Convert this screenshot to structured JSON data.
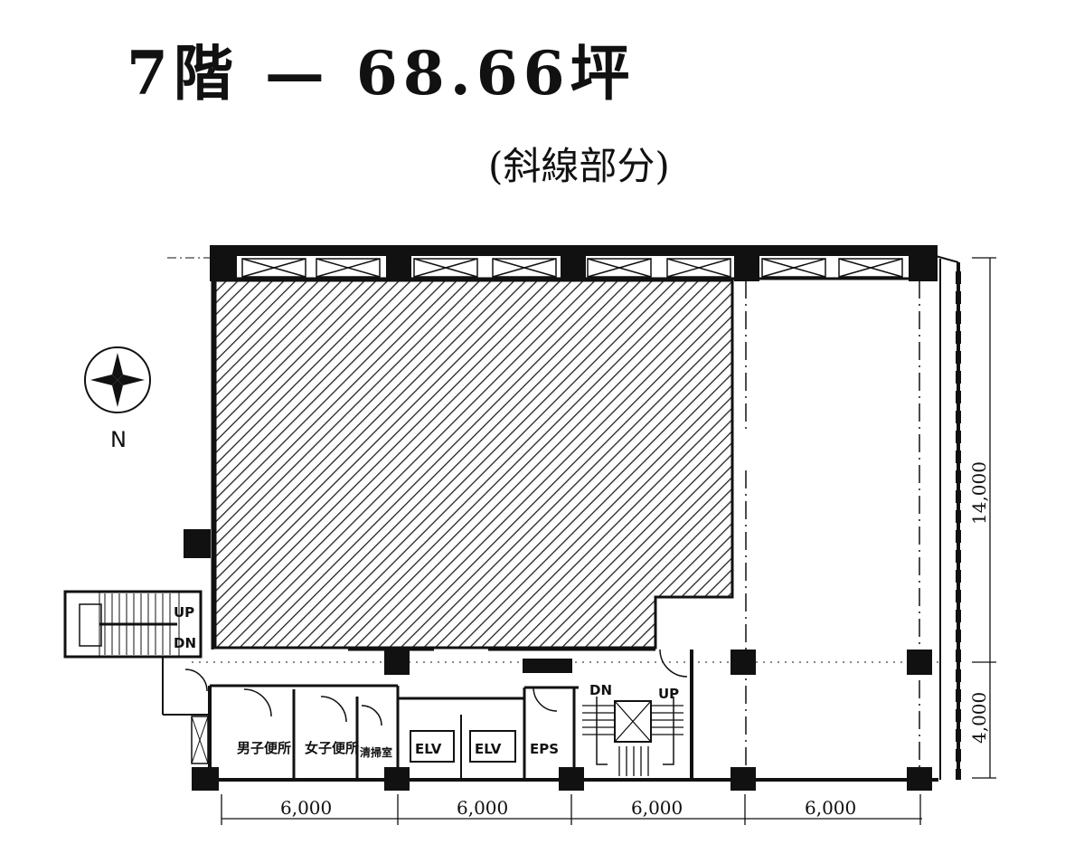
{
  "title": "7階 — 68.66坪",
  "subtitle": "(斜線部分)",
  "compass": {
    "label": "N"
  },
  "rooms": {
    "mens_toilet": "男子便所",
    "womens_toilet": "女子便所",
    "cleaning_room": "清掃室",
    "elevator_1": "ELV",
    "elevator_2": "ELV",
    "eps": "EPS"
  },
  "stairs": {
    "west_up": "UP",
    "west_down": "DN",
    "core_down": "DN",
    "core_up": "UP"
  },
  "dimensions": {
    "bays": [
      "6,000",
      "6,000",
      "6,000",
      "6,000"
    ],
    "depth_main": "14,000",
    "depth_core": "4,000"
  }
}
